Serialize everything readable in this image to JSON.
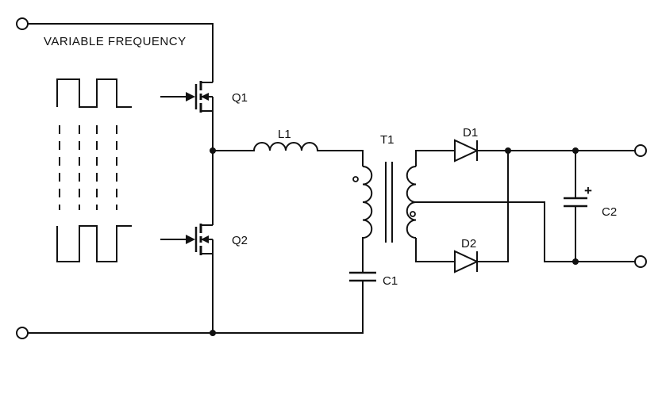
{
  "diagram": {
    "source_label": "VARIABLE FREQUENCY",
    "components": {
      "q1": {
        "label": "Q1",
        "symbol": "n-channel-mosfet"
      },
      "q2": {
        "label": "Q2",
        "symbol": "n-channel-mosfet"
      },
      "l1": {
        "label": "L1",
        "symbol": "inductor"
      },
      "t1": {
        "label": "T1",
        "symbol": "center-tapped-transformer"
      },
      "c1": {
        "label": "C1",
        "symbol": "capacitor"
      },
      "d1": {
        "label": "D1",
        "symbol": "diode"
      },
      "d2": {
        "label": "D2",
        "symbol": "diode"
      },
      "c2": {
        "label": "C2",
        "symbol": "polarized-capacitor",
        "polarity_mark": "+"
      }
    },
    "colors": {
      "line": "#111111",
      "background": "#ffffff"
    }
  }
}
